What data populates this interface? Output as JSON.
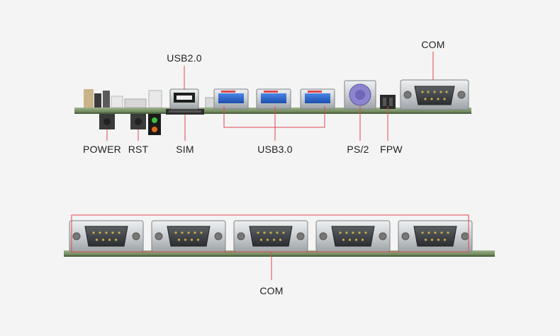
{
  "top_panel": {
    "labels": {
      "usb20": "USB2.0",
      "com": "COM",
      "power": "POWER",
      "rst": "RST",
      "sim": "SIM",
      "usb30": "USB3.0",
      "ps2": "PS/2",
      "fpw": "FPW"
    }
  },
  "bottom_panel": {
    "com_port_count": 5,
    "labels": {
      "com": "COM"
    }
  },
  "colors": {
    "background": "#f4f4f4",
    "pcb_green": "#7d9a6a",
    "callout_red": "#e0484f",
    "usb3_blue": "#2a64c8",
    "ps2_purple": "#8d84d0",
    "led_green": "#3cbf3a",
    "led_orange": "#e06a1f"
  }
}
